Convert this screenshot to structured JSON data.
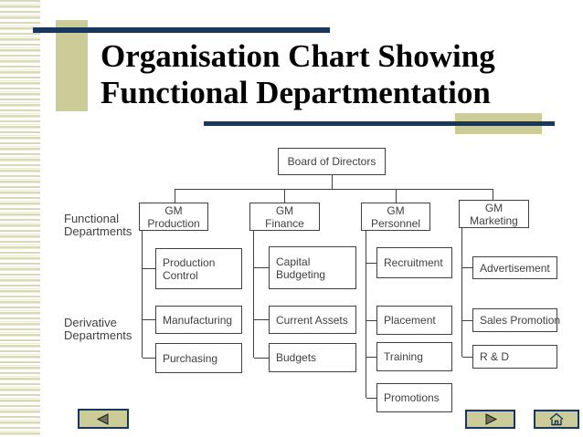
{
  "title": {
    "line1": "Organisation Chart Showing",
    "line2": "Functional Departmentation"
  },
  "side_labels": {
    "functional": "Functional\nDepartments",
    "derivative": "Derivative\nDepartments"
  },
  "org": {
    "root": "Board of Directors",
    "columns": [
      {
        "head": "GM\nProduction",
        "children": [
          "Production\nControl",
          "Manufacturing",
          "Purchasing"
        ]
      },
      {
        "head": "GM\nFinance",
        "children": [
          "Capital\nBudgeting",
          "Current Assets",
          "Budgets"
        ]
      },
      {
        "head": "GM\nPersonnel",
        "children": [
          "Recruitment",
          "Placement",
          "Training",
          "Promotions"
        ]
      },
      {
        "head": "GM\nMarketing",
        "children": [
          "Advertisement",
          "Sales Promotion",
          "R & D"
        ]
      }
    ]
  },
  "nav": {
    "back_icon": "left-triangle-icon",
    "forward_icon": "right-triangle-icon",
    "home_icon": "home-icon"
  },
  "colors": {
    "navy": "#17375E",
    "tan": "#CCCC99",
    "stripe": "#D8D8BA",
    "connector_gray": "#404040",
    "box_text": "#404040",
    "title_text": "#000000",
    "triangle_fill": "#72725C"
  }
}
